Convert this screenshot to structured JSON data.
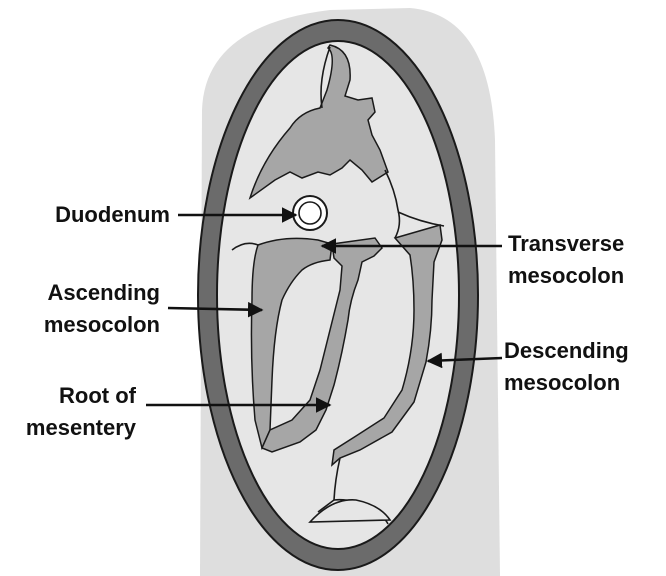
{
  "labels": {
    "duodenum": "Duodenum",
    "ascending": [
      "Ascending",
      "mesocolon"
    ],
    "root": [
      "Root of",
      "mesentery"
    ],
    "transverse": [
      "Transverse",
      "mesocolon"
    ],
    "descending": [
      "Descending",
      "mesocolon"
    ]
  },
  "colors": {
    "body": "#dedede",
    "wall": "#6b6b6b",
    "cavity": "#e6e6e6",
    "mesentery": "#a6a6a6",
    "outline": "#1a1a1a",
    "text": "#111111"
  }
}
